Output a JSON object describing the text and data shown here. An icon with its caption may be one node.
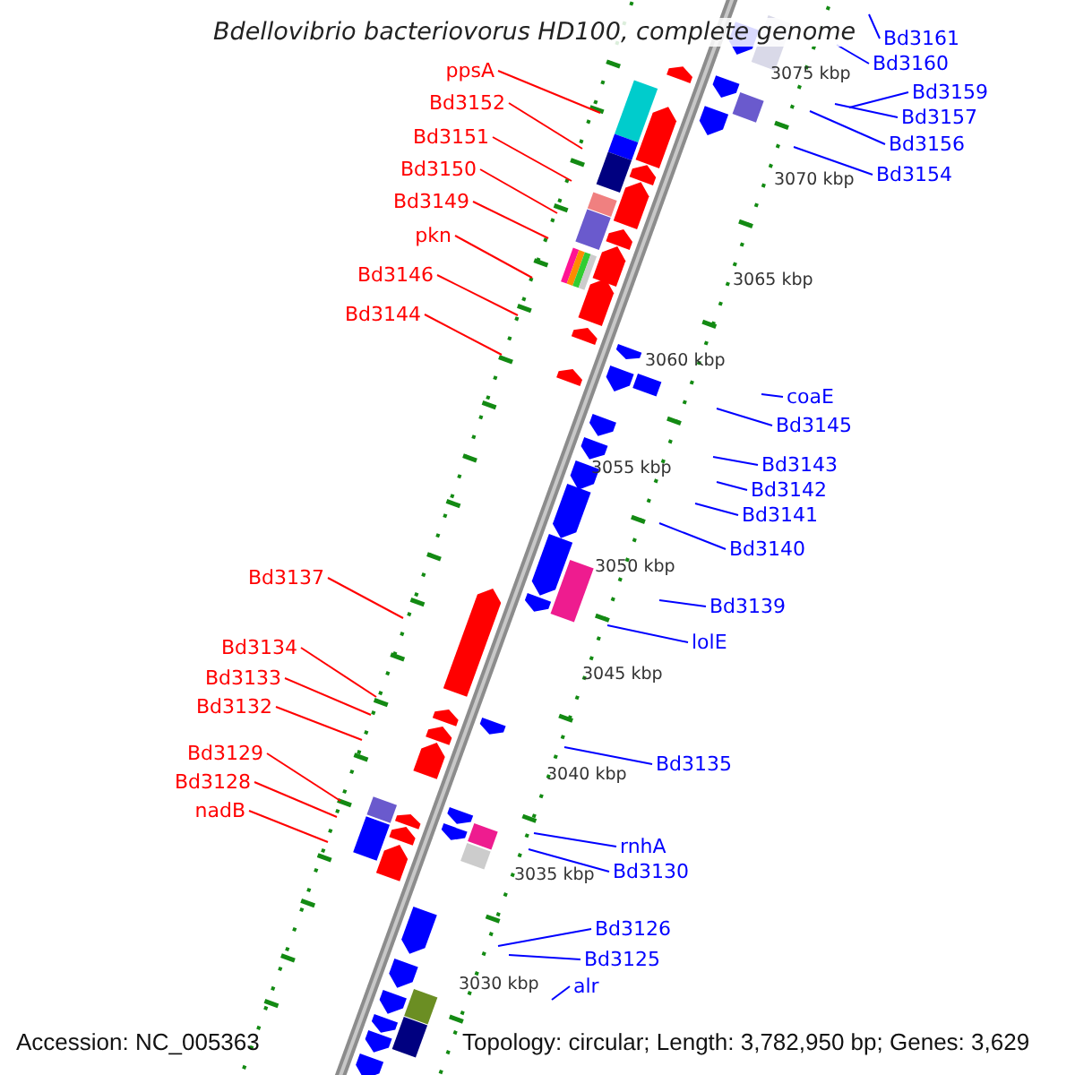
{
  "diagram": {
    "title": "Bdellovibrio bacteriovorus HD100, complete genome",
    "nodes": [
      {
        "text": [
          "Bd3161"
        ]
      },
      {
        "text": [
          "Bd3160"
        ]
      },
      {
        "text": [
          "ppsA"
        ]
      },
      {
        "text": [
          "Bd3159"
        ]
      },
      {
        "text": [
          "Bd3152"
        ]
      },
      {
        "text": [
          "Bd3157"
        ]
      },
      {
        "text": [
          "Bd3151"
        ]
      },
      {
        "text": [
          "Bd3156"
        ]
      },
      {
        "text": [
          "Bd3150"
        ]
      },
      {
        "text": [
          "Bd3154"
        ]
      },
      {
        "text": [
          "Bd3149"
        ]
      },
      {
        "text": [
          "pkn"
        ]
      },
      {
        "text": [
          "Bd3146"
        ]
      },
      {
        "text": [
          "Bd3144"
        ]
      },
      {
        "text": [
          "coaE"
        ]
      },
      {
        "text": [
          "Bd3145"
        ]
      },
      {
        "text": [
          "Bd3143"
        ]
      },
      {
        "text": [
          "Bd3142"
        ]
      },
      {
        "text": [
          "Bd3141"
        ]
      },
      {
        "text": [
          "Bd3140"
        ]
      },
      {
        "text": [
          "Bd3137"
        ]
      },
      {
        "text": [
          "Bd3139"
        ]
      },
      {
        "text": [
          "lolE"
        ]
      },
      {
        "text": [
          "Bd3134"
        ]
      },
      {
        "text": [
          "Bd3133"
        ]
      },
      {
        "text": [
          "Bd3132"
        ]
      },
      {
        "text": [
          "Bd3129"
        ]
      },
      {
        "text": [
          "Bd3135"
        ]
      },
      {
        "text": [
          "Bd3128"
        ]
      },
      {
        "text": [
          "nadB"
        ]
      },
      {
        "text": [
          "rnhA"
        ]
      },
      {
        "text": [
          "Bd3130"
        ]
      },
      {
        "text": [
          "Bd3126"
        ]
      },
      {
        "text": [
          "Bd3125"
        ]
      },
      {
        "text": [
          "alr"
        ]
      }
    ],
    "edges": [
      {
        "from": 0,
        "to": null,
        "arrow": "none"
      },
      {
        "from": 1,
        "to": null,
        "arrow": "none"
      },
      {
        "from": 2,
        "to": null,
        "arrow": "none",
        "color": "#ff0000"
      },
      {
        "from": 3,
        "to": null,
        "arrow": "none"
      },
      {
        "from": 4,
        "to": null,
        "arrow": "none",
        "color": "#ff0000"
      },
      {
        "from": 5,
        "to": null,
        "arrow": "none"
      },
      {
        "from": 6,
        "to": null,
        "arrow": "none",
        "color": "#ff0000"
      },
      {
        "from": 7,
        "to": null,
        "arrow": "none"
      },
      {
        "from": 8,
        "to": null,
        "arrow": "none",
        "color": "#ff0000"
      },
      {
        "from": 9,
        "to": null,
        "arrow": "none"
      },
      {
        "from": 10,
        "to": null,
        "arrow": "none",
        "color": "#ff0000"
      },
      {
        "from": 11,
        "to": null,
        "arrow": "none",
        "color": "#ff0000"
      },
      {
        "from": 12,
        "to": null,
        "arrow": "none",
        "color": "#ff0000"
      },
      {
        "from": 13,
        "to": null,
        "arrow": "none",
        "color": "#ff0000"
      },
      {
        "from": 14,
        "to": null,
        "arrow": "none"
      },
      {
        "from": 15,
        "to": null,
        "arrow": "none"
      },
      {
        "from": 16,
        "to": null,
        "arrow": "none"
      },
      {
        "from": 17,
        "to": null,
        "arrow": "none"
      },
      {
        "from": 18,
        "to": null,
        "arrow": "none"
      },
      {
        "from": 19,
        "to": null,
        "arrow": "none"
      },
      {
        "from": 20,
        "to": null,
        "arrow": "none",
        "color": "#ff0000"
      },
      {
        "from": 21,
        "to": null,
        "arrow": "none"
      },
      {
        "from": 22,
        "to": null,
        "arrow": "none"
      },
      {
        "from": 23,
        "to": null,
        "arrow": "none",
        "color": "#ff0000"
      },
      {
        "from": 24,
        "to": null,
        "arrow": "none",
        "color": "#ff0000"
      },
      {
        "from": 25,
        "to": null,
        "arrow": "none",
        "color": "#ff0000"
      },
      {
        "from": 26,
        "to": null,
        "arrow": "none",
        "color": "#ff0000"
      },
      {
        "from": 27,
        "to": null,
        "arrow": "none"
      },
      {
        "from": 28,
        "to": null,
        "arrow": "none",
        "color": "#ff0000"
      },
      {
        "from": 29,
        "to": null,
        "arrow": "none",
        "color": "#ff0000"
      },
      {
        "from": 30,
        "to": null,
        "arrow": "none"
      },
      {
        "from": 31,
        "to": null,
        "arrow": "none"
      },
      {
        "from": 32,
        "to": null,
        "arrow": "none"
      },
      {
        "from": 33,
        "to": null,
        "arrow": "none"
      },
      {
        "from": 34,
        "to": null,
        "arrow": "none"
      }
    ],
    "labels": [
      "3075 kbp",
      "3070 kbp",
      "3065 kbp",
      "3060 kbp",
      "3055 kbp",
      "3050 kbp",
      "3045 kbp",
      "3040 kbp",
      "3035 kbp",
      "3030 kbp",
      "Accession: NC_005363",
      "Topology: circular; Length: 3,782,950 bp; Genes: 3,629"
    ]
  }
}
